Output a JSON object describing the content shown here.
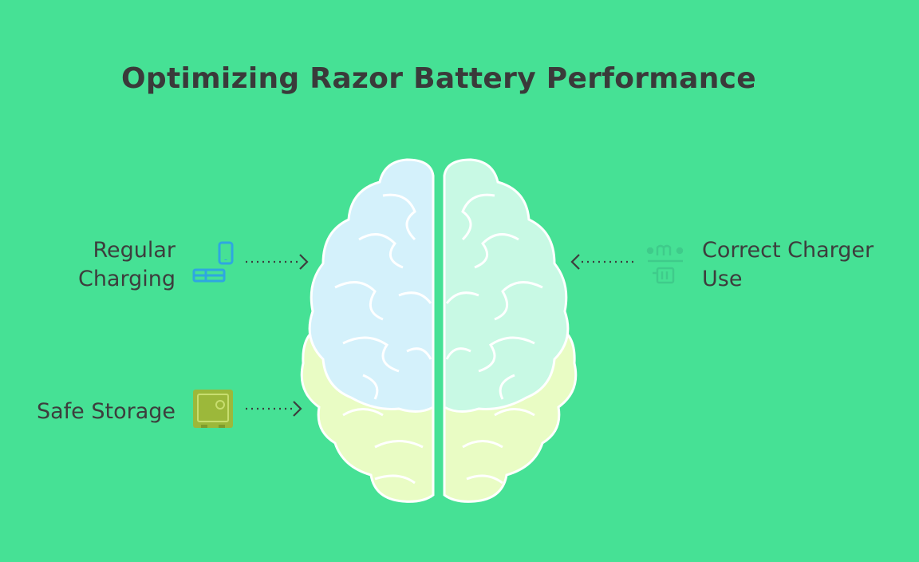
{
  "title": "Optimizing Razor Battery Performance",
  "items": [
    {
      "label_line1": "Regular",
      "label_line2": "Charging",
      "icon": "charging-phone-icon",
      "color": "#2ea7e0"
    },
    {
      "label_line1": "Safe Storage",
      "icon": "safe-icon",
      "color": "#9cb83a"
    },
    {
      "label_line1": "Correct Charger",
      "label_line2": "Use",
      "icon": "charger-icon",
      "color": "#3fc98a"
    }
  ],
  "colors": {
    "background": "#46e195",
    "brain_left_top": "#d4f1fb",
    "brain_right_top": "#c8f9e4",
    "brain_bottom": "#e9fcc4"
  }
}
